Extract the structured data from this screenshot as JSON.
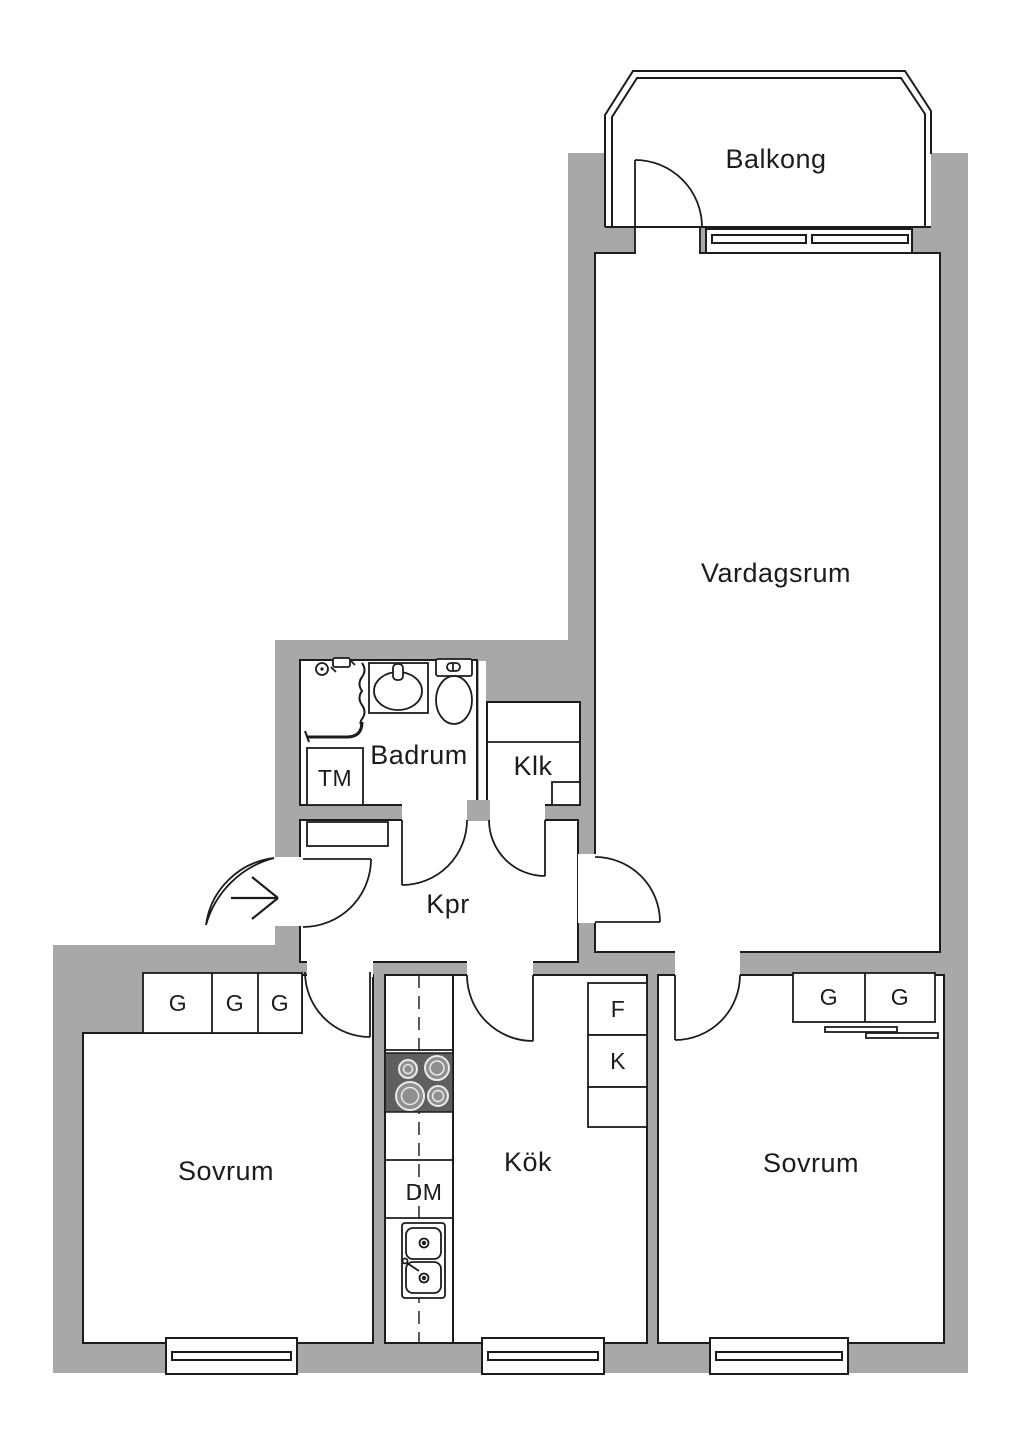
{
  "plan": {
    "title": "apartment-floor-plan",
    "rooms": [
      {
        "id": "balkong",
        "label": "Balkong"
      },
      {
        "id": "vardagsrum",
        "label": "Vardagsrum"
      },
      {
        "id": "badrum",
        "label": "Badrum"
      },
      {
        "id": "klk",
        "label": "Klk"
      },
      {
        "id": "kpr",
        "label": "Kpr"
      },
      {
        "id": "kok",
        "label": "Kök"
      },
      {
        "id": "sovrum-left",
        "label": "Sovrum"
      },
      {
        "id": "sovrum-right",
        "label": "Sovrum"
      }
    ],
    "appliances": [
      {
        "id": "tm",
        "label": "TM"
      },
      {
        "id": "dm",
        "label": "DM"
      },
      {
        "id": "f",
        "label": "F"
      },
      {
        "id": "k",
        "label": "K"
      },
      {
        "id": "g",
        "label": "G"
      }
    ],
    "wardrobe_count": 5,
    "colors": {
      "wall": "#a8a8a8",
      "line": "#1c1c1c",
      "background": "#ffffff",
      "stove": "#5f5f5f"
    }
  }
}
